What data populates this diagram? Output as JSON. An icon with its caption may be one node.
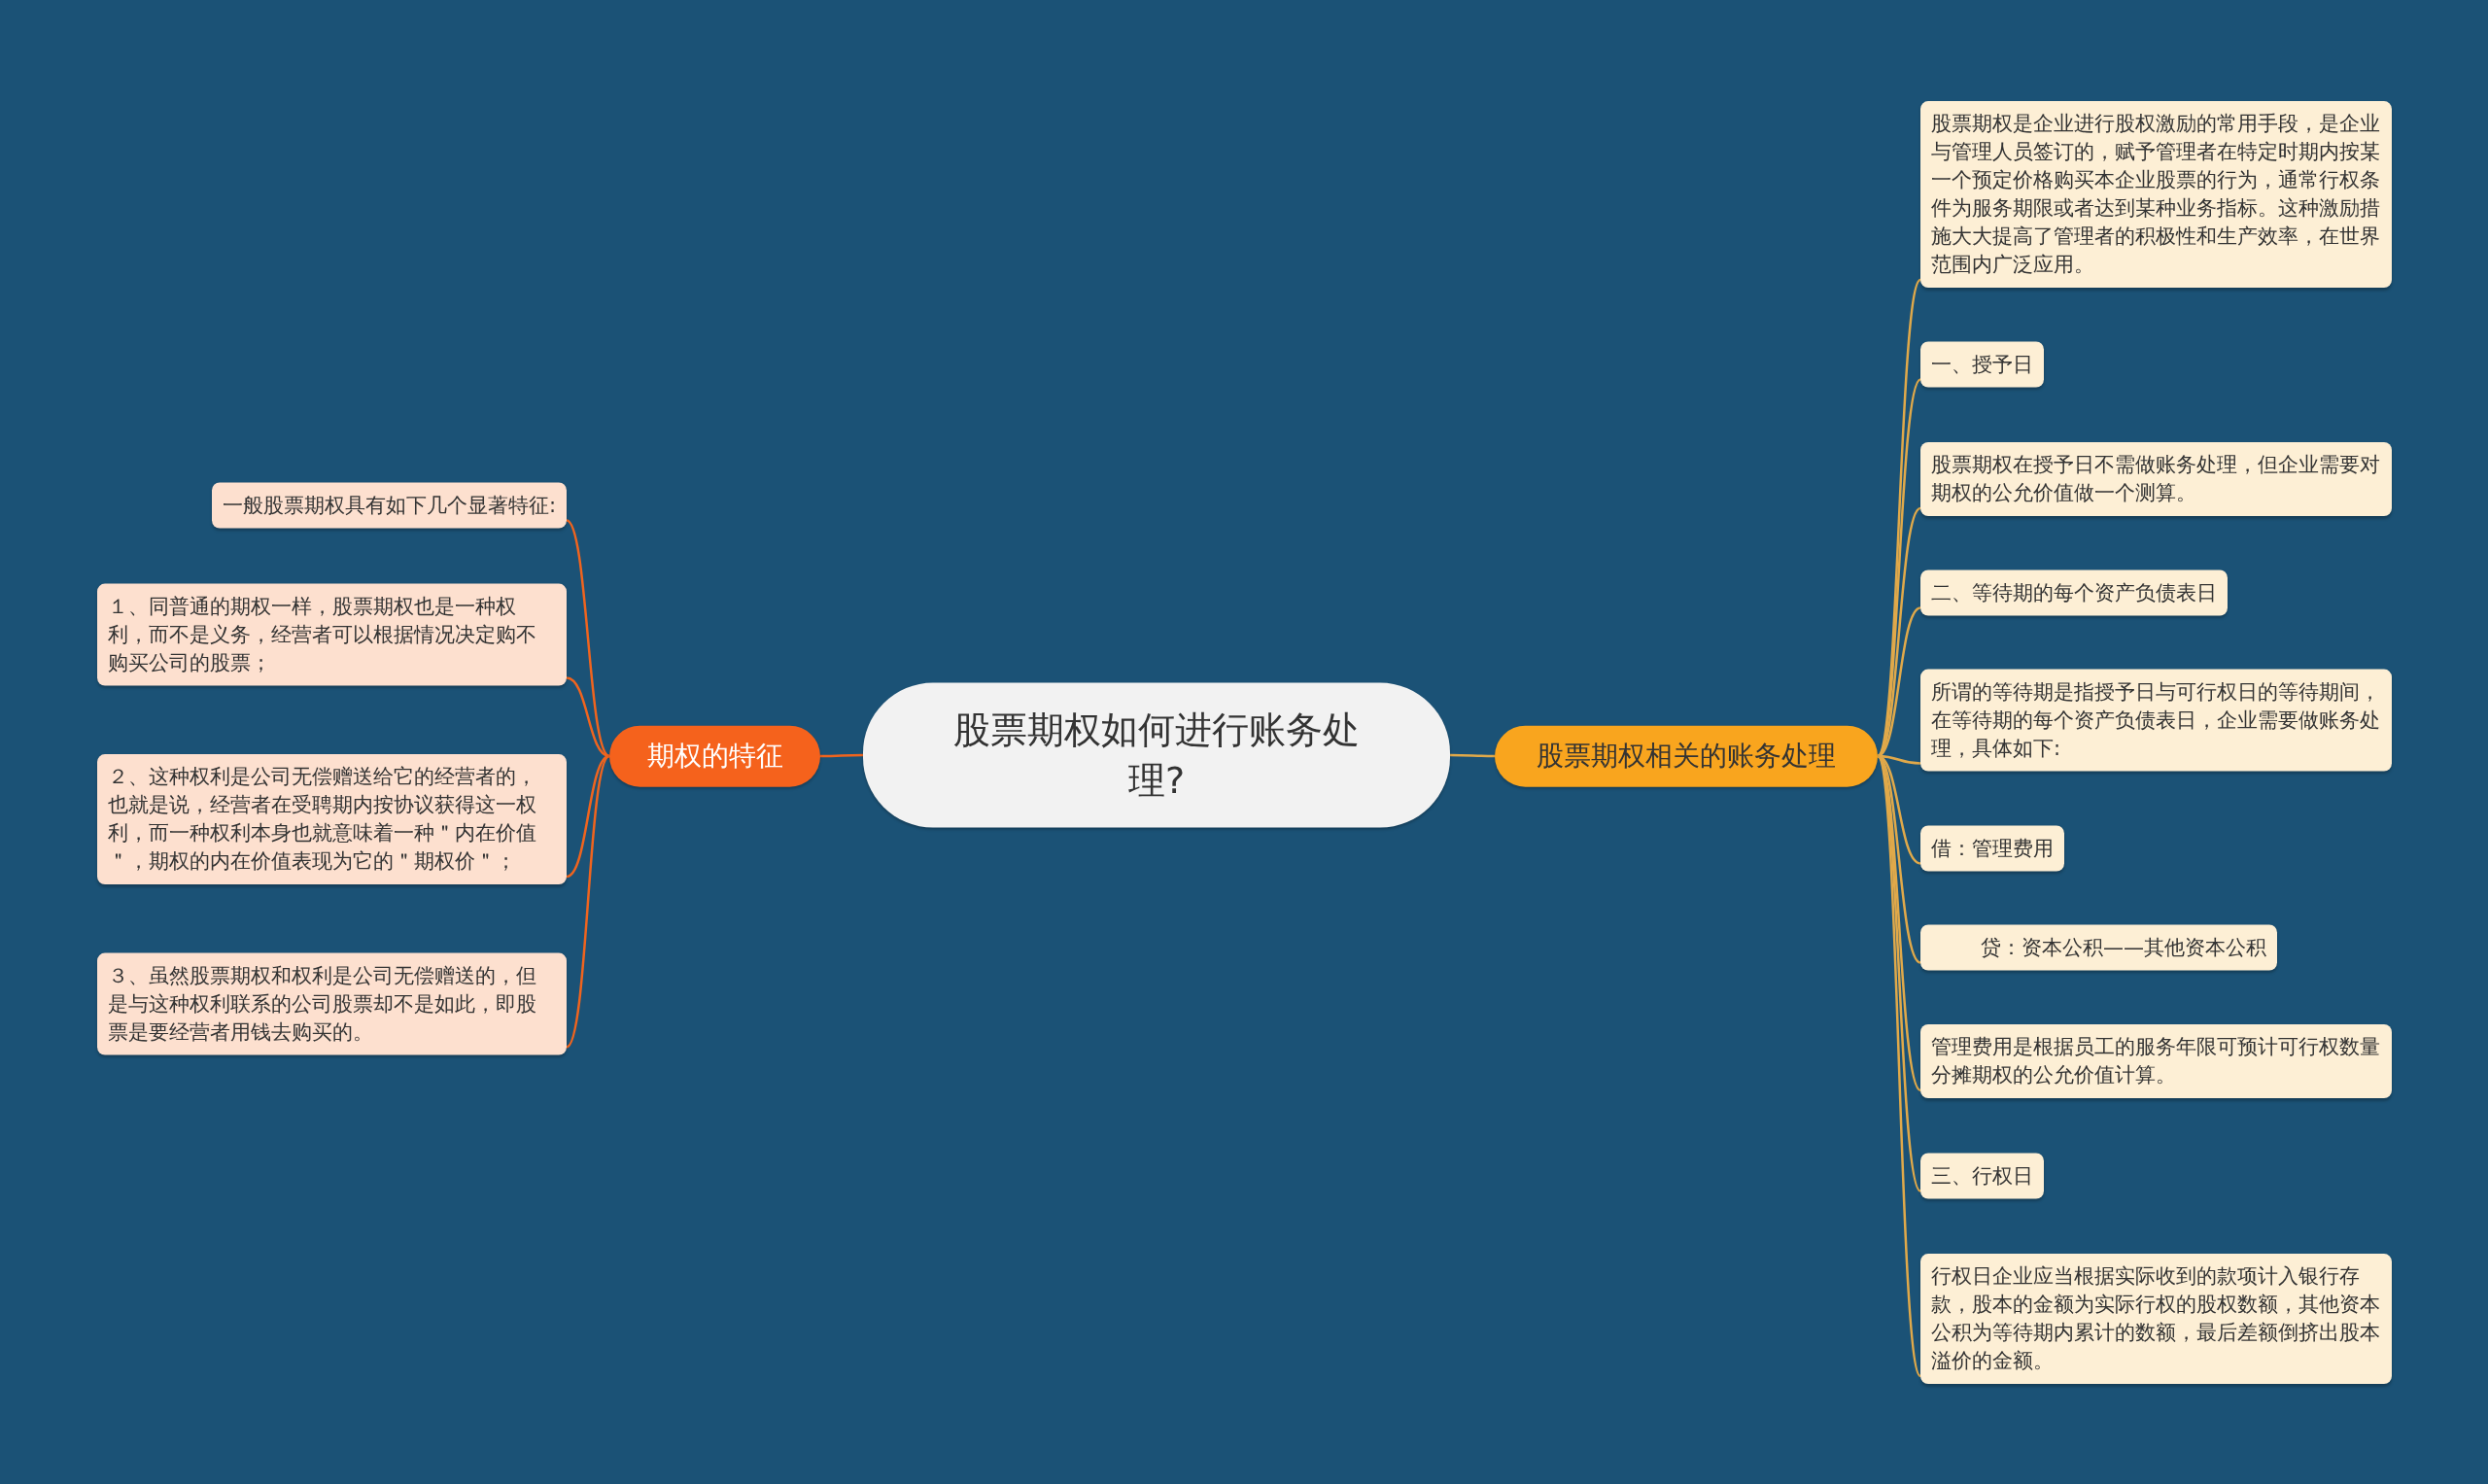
{
  "diagram": {
    "nodes": [
      {
        "text": [
          "股票期权如何进行账务处理?"
        ]
      },
      {
        "text": [
          "期权的特征"
        ]
      },
      {
        "text": [
          "股票期权相关的账务处理"
        ]
      },
      {
        "text": [
          "一般股票期权具有如下几个显著特征:"
        ]
      },
      {
        "text": [
          "１、同普通的期权一样，股票期权也是一种权利，而不是义务，经营者可以根据情况决定购不购买公司的股票；"
        ]
      },
      {
        "text": [
          "２、这种权利是公司无偿赠送给它的经营者的，也就是说，经营者在受聘期内按协议获得这一权利，而一种权利本身也就意味着一种＂内在价值＂，期权的内在价值表现为它的＂期权价＂；"
        ]
      },
      {
        "text": [
          "３、虽然股票期权和权利是公司无偿赠送的，但是与这种权利联系的公司股票却不是如此，即股票是要经营者用钱去购买的。"
        ]
      },
      {
        "text": [
          "股票期权是企业进行股权激励的常用手段，是企业与管理人员签订的，赋予管理者在特定时期内按某一个预定价格购买本企业股票的行为，通常行权条件为服务期限或者达到某种业务指标。这种激励措施大大提高了管理者的积极性和生产效率，在世界范围内广泛应用。"
        ]
      },
      {
        "text": [
          "一、授予日"
        ]
      },
      {
        "text": [
          "股票期权在授予日不需做账务处理，但企业需要对期权的公允价值做一个测算。"
        ]
      },
      {
        "text": [
          "二、等待期的每个资产负债表日"
        ]
      },
      {
        "text": [
          "所谓的等待期是指授予日与可行权日的等待期间，在等待期的每个资产负债表日，企业需要做账务处理，具体如下:"
        ]
      },
      {
        "text": [
          "借：管理费用"
        ]
      },
      {
        "text": [
          "贷：资本公积——其他资本公积"
        ]
      },
      {
        "text": [
          "管理费用是根据员工的服务年限可预计可行权数量分摊期权的公允价值计算。"
        ]
      },
      {
        "text": [
          "三、行权日"
        ]
      },
      {
        "text": [
          "行权日企业应当根据实际收到的款项计入银行存款，股本的金额为实际行权的股权数额，其他资本公积为等待期内累计的数额，最后差额倒挤出股本溢价的金额。"
        ]
      }
    ],
    "edges": [
      {
        "from": 0,
        "to": 1,
        "arrow": "none",
        "color": "#f0641e"
      },
      {
        "from": 0,
        "to": 2,
        "arrow": "none"
      },
      {
        "from": 1,
        "to": 3,
        "arrow": "none",
        "color": "#f0641e"
      },
      {
        "from": 1,
        "to": 4,
        "arrow": "none",
        "color": "#f0641e"
      },
      {
        "from": 1,
        "to": 5,
        "arrow": "none",
        "color": "#f0641e"
      },
      {
        "from": 1,
        "to": 6,
        "arrow": "none",
        "color": "#f0641e"
      },
      {
        "from": 2,
        "to": 7,
        "arrow": "none"
      },
      {
        "from": 2,
        "to": 8,
        "arrow": "none"
      },
      {
        "from": 2,
        "to": 9,
        "arrow": "none"
      },
      {
        "from": 2,
        "to": 10,
        "arrow": "none"
      },
      {
        "from": 2,
        "to": 11,
        "arrow": "none"
      },
      {
        "from": 2,
        "to": 12,
        "arrow": "none"
      },
      {
        "from": 2,
        "to": 13,
        "arrow": "none"
      },
      {
        "from": 2,
        "to": 14,
        "arrow": "none"
      },
      {
        "from": 2,
        "to": 15,
        "arrow": "none"
      },
      {
        "from": 2,
        "to": 16,
        "arrow": "none"
      }
    ]
  }
}
